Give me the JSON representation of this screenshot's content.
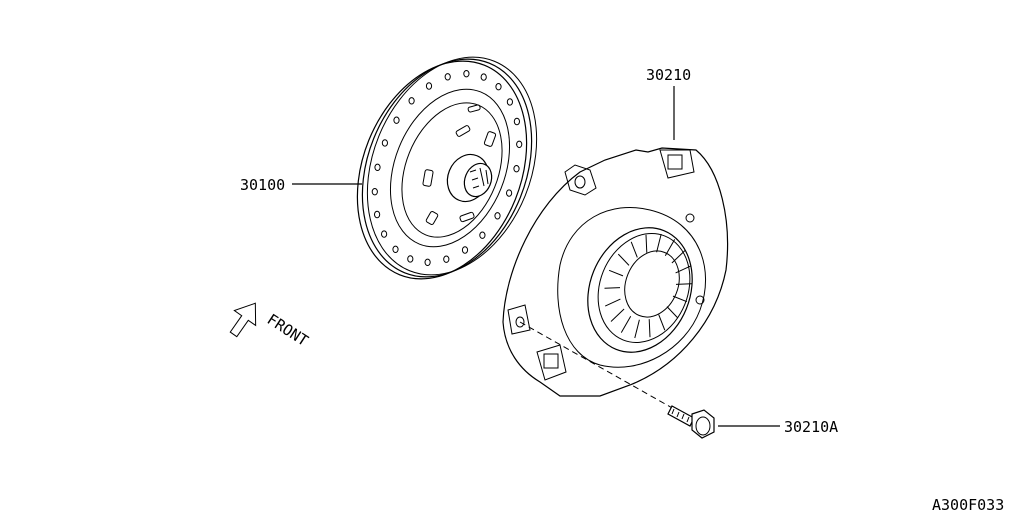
{
  "parts": {
    "clutch_disc": {
      "number": "30100"
    },
    "pressure_plate": {
      "number": "30210"
    },
    "bolt": {
      "number": "30210A"
    }
  },
  "direction_label": "FRONT",
  "diagram_code": "A300F033"
}
